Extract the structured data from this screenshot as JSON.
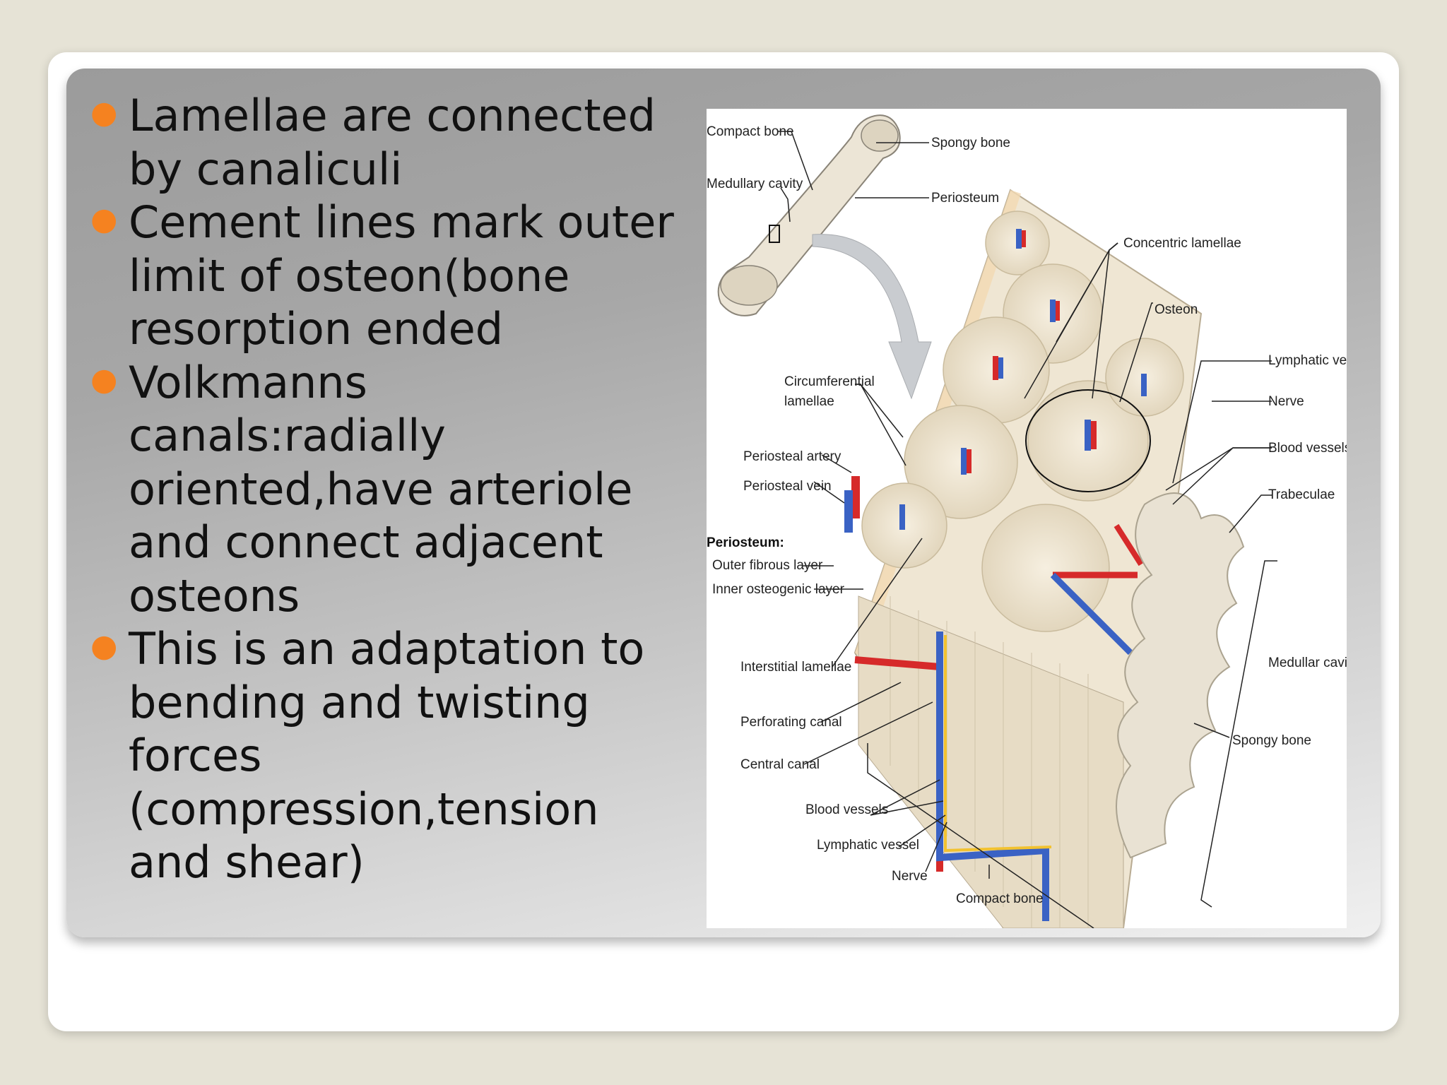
{
  "bullets": [
    "Lamellae are connected by canaliculi",
    "Cement lines mark outer limit of osteon(bone resorption ended",
    "Volkmanns canals:radially oriented,have arteriole and connect adjacent osteons",
    "This is an adaptation to bending and twisting forces (compression,tension and shear)"
  ],
  "bullet_color": "#f58220",
  "figure": {
    "labels": {
      "compact_bone_top": "Compact bone",
      "medullary_cavity": "Medullary cavity",
      "spongy_bone_top": "Spongy bone",
      "periosteum": "Periosteum",
      "concentric_lamellae": "Concentric lamellae",
      "osteon": "Osteon",
      "lymphatic_vessel_right": "Lymphatic vessel",
      "nerve_right": "Nerve",
      "blood_vessels_right": "Blood vessels",
      "trabeculae": "Trabeculae",
      "circumferential_1": "Circumferential",
      "circumferential_2": "lamellae",
      "periosteal_artery": "Periosteal artery",
      "periosteal_vein": "Periosteal vein",
      "periosteum_heading": "Periosteum:",
      "outer_fibrous": "Outer fibrous layer",
      "inner_osteogenic": "Inner osteogenic layer",
      "interstitial_lamellae": "Interstitial lamellae",
      "perforating_canal": "Perforating canal",
      "central_canal": "Central canal",
      "blood_vessels_bottom": "Blood vessels",
      "lymphatic_vessel_bottom": "Lymphatic vessel",
      "nerve_bottom": "Nerve",
      "compact_bone_bottom": "Compact bone",
      "medullar_cavity": "Medullar cavity",
      "spongy_bone_right": "Spongy bone"
    },
    "colors": {
      "artery": "#d62a2a",
      "vein": "#3a62c4",
      "nerve": "#f2c230",
      "bone": "#efe6d3"
    }
  }
}
